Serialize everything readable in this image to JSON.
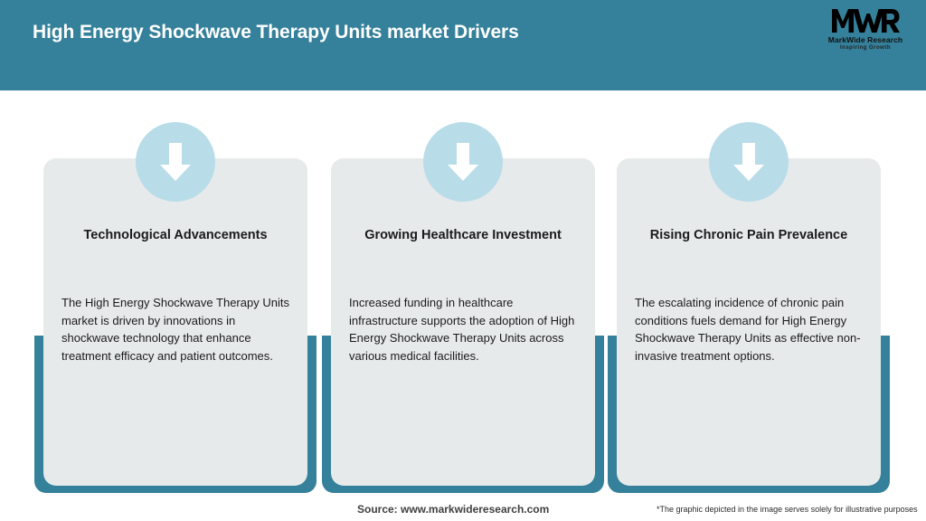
{
  "header": {
    "title": "High Energy Shockwave Therapy Units market Drivers",
    "bg_color": "#35809A",
    "title_color": "#FFFFFF"
  },
  "logo": {
    "mark_text": "MWR",
    "name": "MarkWide Research",
    "tagline": "Inspiring Growth",
    "icon": "mwr-logo-icon"
  },
  "cards": [
    {
      "icon": "down-arrow-icon",
      "heading": "Technological Advancements",
      "body": "The High Energy Shockwave Therapy Units market is driven by innovations in shockwave technology that enhance treatment efficacy and patient outcomes."
    },
    {
      "icon": "down-arrow-icon",
      "heading": "Growing Healthcare Investment",
      "body": "Increased funding in healthcare infrastructure supports the adoption of High Energy Shockwave Therapy Units across various medical facilities."
    },
    {
      "icon": "down-arrow-icon",
      "heading": "Rising Chronic Pain Prevalence",
      "body": "The escalating incidence of chronic pain conditions fuels demand for High Energy Shockwave Therapy Units as effective non-invasive treatment options."
    }
  ],
  "footer": {
    "source": "Source: www.markwideresearch.com",
    "disclaimer": "*The graphic depicted in the image serves solely for illustrative purposes"
  },
  "colors": {
    "accent_teal": "#35809A",
    "card_gray": "#E7EAEB",
    "circle_blue": "#B9DCE9",
    "page_bg": "#FFFFFF"
  }
}
